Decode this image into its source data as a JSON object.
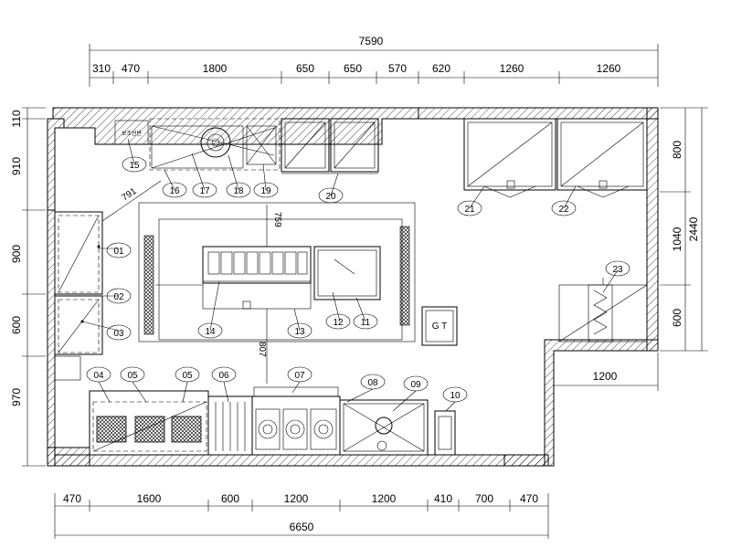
{
  "dimensions": {
    "top_total": "7590",
    "top_segments": [
      "310",
      "470",
      "1800",
      "650",
      "650",
      "570",
      "620",
      "1260",
      "1260"
    ],
    "bottom_total": "6650",
    "bottom_segments": [
      "470",
      "1600",
      "600",
      "1200",
      "1200",
      "410",
      "700",
      "470"
    ],
    "left_segments": [
      "110",
      "910",
      "900",
      "600",
      "970"
    ],
    "right_segments": [
      "800",
      "1040",
      "600"
    ],
    "right_total": "2440",
    "inner_1200": "1200",
    "diag_791": "791",
    "vert_759": "759",
    "vert_807": "807"
  },
  "equipment_tags": [
    "01",
    "02",
    "03",
    "04",
    "05",
    "05",
    "06",
    "07",
    "08",
    "09",
    "10",
    "11",
    "12",
    "13",
    "14",
    "15",
    "16",
    "17",
    "18",
    "19",
    "20",
    "21",
    "22",
    "23"
  ],
  "labels": {
    "gt_mark": "G  T",
    "small_box_text": "보조선반"
  }
}
